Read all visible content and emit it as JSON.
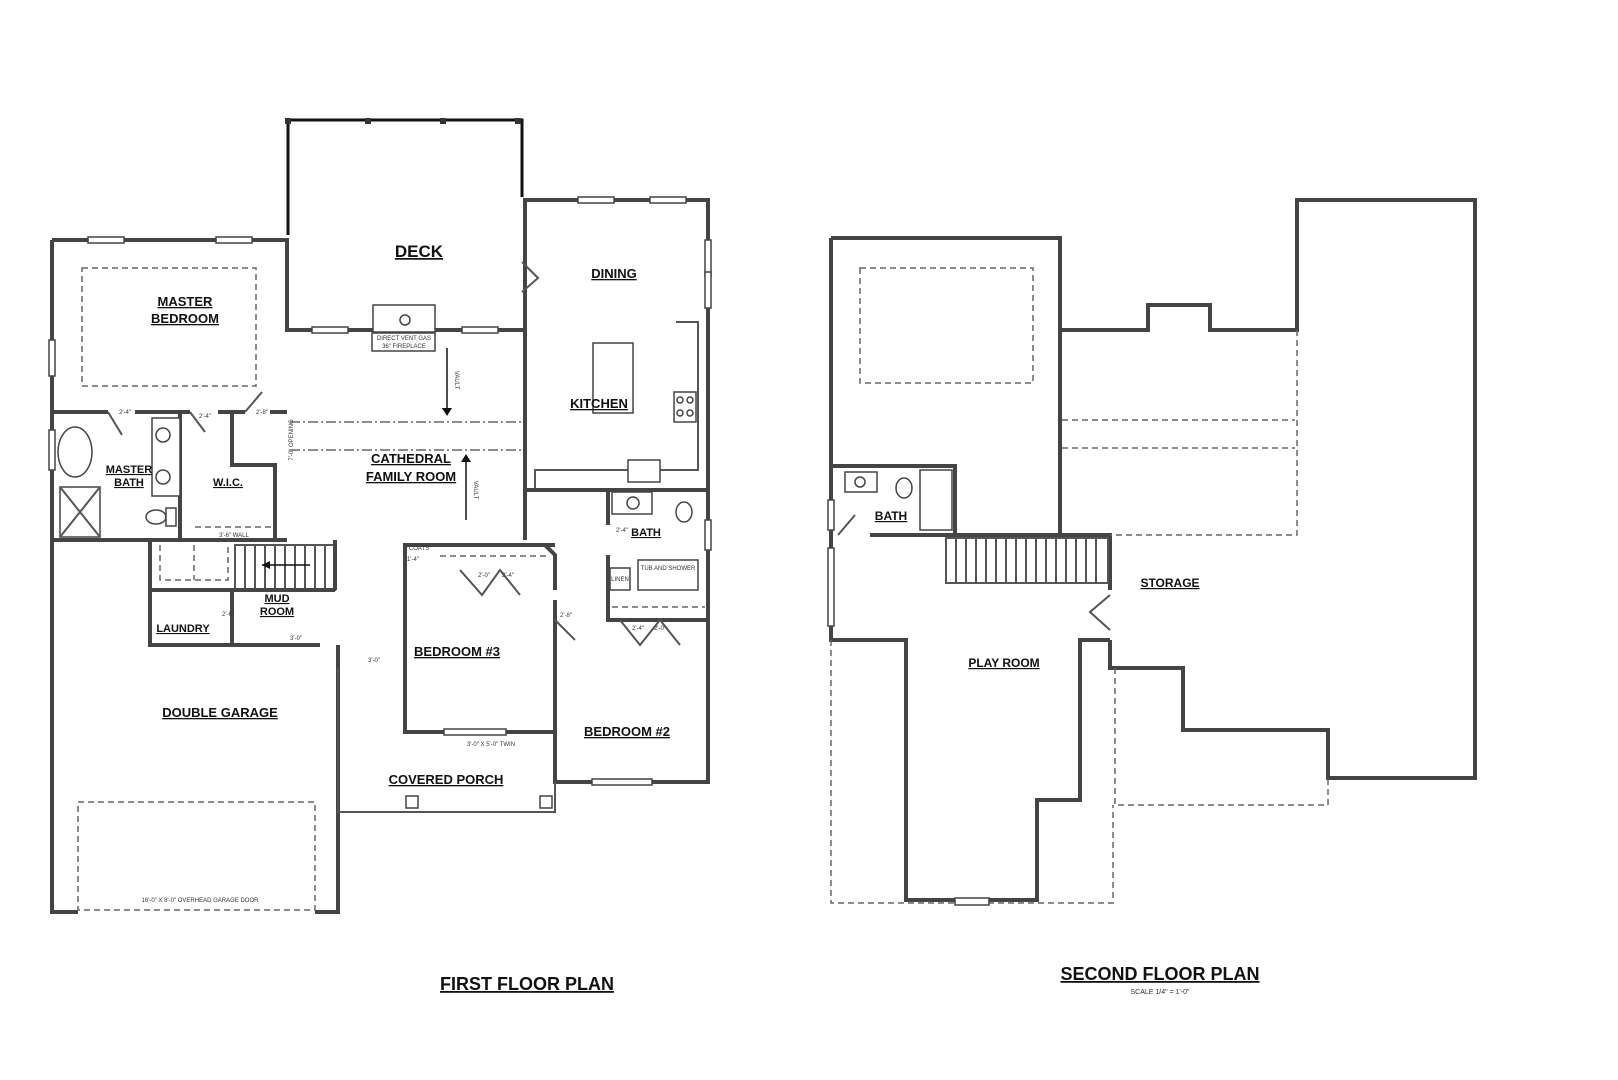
{
  "first_floor": {
    "title": "FIRST FLOOR PLAN",
    "rooms": {
      "deck": "DECK",
      "master_bedroom_1": "MASTER",
      "master_bedroom_2": "BEDROOM",
      "dining": "DINING",
      "kitchen": "KITCHEN",
      "family_room_1": "CATHEDRAL",
      "family_room_2": "FAMILY ROOM",
      "master_bath_1": "MASTER",
      "master_bath_2": "BATH",
      "wic": "W.I.C.",
      "bath": "BATH",
      "mud_room_1": "MUD",
      "mud_room_2": "ROOM",
      "laundry": "LAUNDRY",
      "bedroom_3": "BEDROOM #3",
      "bedroom_2": "BEDROOM #2",
      "double_garage": "DOUBLE GARAGE",
      "covered_porch": "COVERED PORCH"
    },
    "notes": {
      "fireplace_1": "DIRECT VENT GAS",
      "fireplace_2": "36\" FIREPLACE",
      "vault_1": "VAULT",
      "vault_2": "VAULT",
      "opening": "7'-0\" OPENING",
      "tub": "TUB AND SHOWER",
      "linen": "LINEN",
      "coats": "COATS",
      "half_wall": "3'-6\" WALL",
      "window_twin": "3'-0\" X 5'-0\" TWIN",
      "garage_door": "16'-0\" X 8'-0\" OVERHEAD GARAGE DOOR",
      "door_24": "2'-4\"",
      "door_28": "2'-8\"",
      "door_26": "2'-6\"",
      "door_20": "2'-0\"",
      "door_30": "3'-0\"",
      "door_14": "1'-4\""
    }
  },
  "second_floor": {
    "title": "SECOND FLOOR PLAN",
    "scale": "SCALE 1/4\" = 1'-0\"",
    "rooms": {
      "bath": "BATH",
      "storage": "STORAGE",
      "play_room": "PLAY ROOM"
    }
  }
}
